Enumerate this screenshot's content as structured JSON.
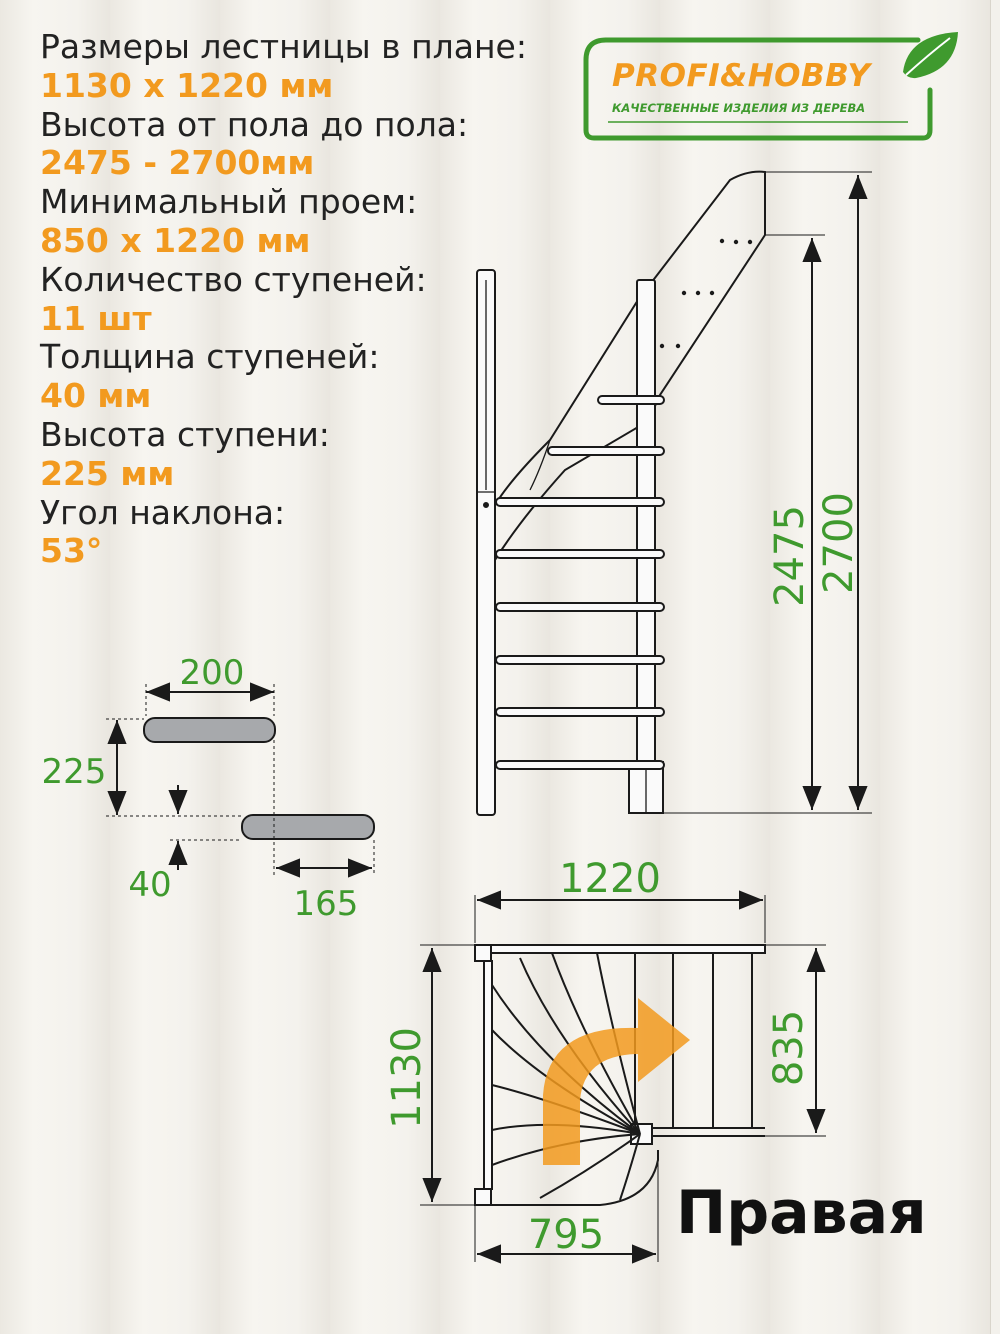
{
  "specs": [
    {
      "label": "Размеры лестницы в плане:",
      "value": "1130 x 1220 мм"
    },
    {
      "label": "Высота от пола до пола:",
      "value": "2475 - 2700мм"
    },
    {
      "label": "Минимальный проем:",
      "value": "850 x 1220 мм"
    },
    {
      "label": "Количество ступеней:",
      "value": "11 шт"
    },
    {
      "label": "Толщина ступеней:",
      "value": "40 мм"
    },
    {
      "label": "Высота ступени:",
      "value": "225 мм"
    },
    {
      "label": "Угол наклона:",
      "value": "53°"
    }
  ],
  "logo": {
    "title": "PROFI&HOBBY",
    "subtitle": "КАЧЕСТВЕННЫЕ ИЗДЕЛИЯ ИЗ ДЕРЕВА",
    "brand_green": "#3f9a2e",
    "brand_orange": "#f29a1f",
    "icon": "leaf-icon"
  },
  "step_detail": {
    "depth": "200",
    "rise": "225",
    "thickness": "40",
    "overlap": "165"
  },
  "elevation": {
    "height_min": "2475",
    "height_max": "2700"
  },
  "plan": {
    "width": "1220",
    "depth": "1130",
    "opening": "835",
    "lower_width": "795",
    "direction_arrow": "turn-right-arrow-icon"
  },
  "side": "Правая",
  "colors": {
    "dimension_green": "#3f9a2e",
    "value_orange": "#f29a1f",
    "line": "#1a1a1a",
    "tread_gray": "#a7a9ac"
  }
}
